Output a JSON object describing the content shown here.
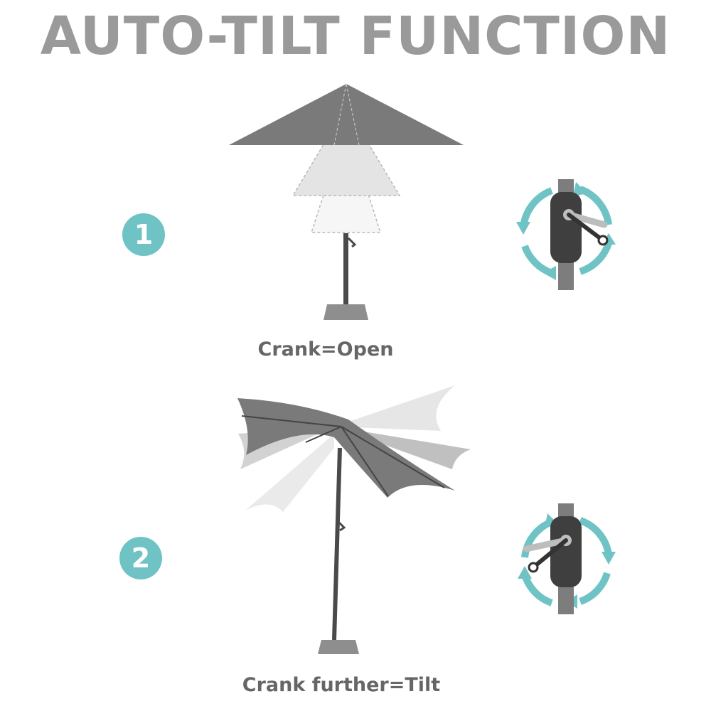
{
  "title": "AUTO-TILT FUNCTION",
  "colors": {
    "accent": "#6fc3c5",
    "canopy": "#7a7a7a",
    "canopy_light": "#d6d6d6",
    "pole": "#4a4a4a",
    "title": "#9a9a9a",
    "caption": "#666666"
  },
  "steps": [
    {
      "number": "1",
      "caption": "Crank=Open"
    },
    {
      "number": "2",
      "caption": "Crank further=Tilt"
    }
  ]
}
